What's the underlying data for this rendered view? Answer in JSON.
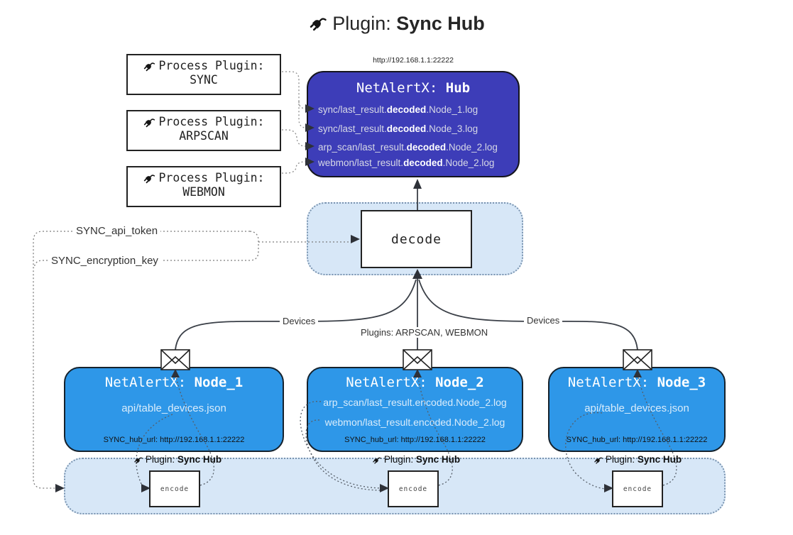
{
  "page_title": {
    "pre": "Plugin: ",
    "bold": "Sync Hub"
  },
  "hub": {
    "url_label": "http://192.168.1.1:22222",
    "title_pre": "NetAlertX: ",
    "title_bold": "Hub",
    "lines": [
      {
        "pre": "sync/last_result.",
        "bold": "decoded",
        "post": ".Node_1.log"
      },
      {
        "pre": "sync/last_result.",
        "bold": "decoded",
        "post": ".Node_3.log"
      },
      {
        "pre": "arp_scan/last_result.",
        "bold": "decoded",
        "post": ".Node_2.log"
      },
      {
        "pre": "webmon/last_result.",
        "bold": "decoded",
        "post": ".Node_2.log"
      }
    ]
  },
  "process_plugins": [
    {
      "label": "Process Plugin:",
      "name": "SYNC"
    },
    {
      "label": "Process Plugin:",
      "name": "ARPSCAN"
    },
    {
      "label": "Process Plugin:",
      "name": "WEBMON"
    }
  ],
  "decode": {
    "label": "decode"
  },
  "settings": {
    "api_token": "SYNC_api_token",
    "encryption_key": "SYNC_encryption_key"
  },
  "connectors": {
    "devices_left": "Devices",
    "devices_right": "Devices",
    "plugins_mid": "Plugins: ARPSCAN, WEBMON"
  },
  "nodes": [
    {
      "title_pre": "NetAlertX: ",
      "title_bold": "Node_1",
      "lines": [
        "api/table_devices.json"
      ],
      "hub_url": "SYNC_hub_url: http://192.168.1.1:22222"
    },
    {
      "title_pre": "NetAlertX: ",
      "title_bold": "Node_2",
      "lines": [
        "arp_scan/last_result.encoded.Node_2.log",
        "webmon/last_result.encoded.Node_2.log"
      ],
      "hub_url": "SYNC_hub_url: http://192.168.1.1:22222"
    },
    {
      "title_pre": "NetAlertX: ",
      "title_bold": "Node_3",
      "lines": [
        "api/table_devices.json"
      ],
      "hub_url": "SYNC_hub_url: http://192.168.1.1:22222"
    }
  ],
  "encode_plugins": [
    {
      "label_pre": "Plugin: ",
      "label_bold": "Sync Hub",
      "box": "encode"
    },
    {
      "label_pre": "Plugin: ",
      "label_bold": "Sync Hub",
      "box": "encode"
    },
    {
      "label_pre": "Plugin: ",
      "label_bold": "Sync Hub",
      "box": "encode"
    }
  ],
  "colors": {
    "hub_bg": "#3d3db8",
    "node_bg": "#2e97e8",
    "panel_bg": "#d7e7f7",
    "panel_border": "#7a94b0",
    "hub_text": "#d6d8e6",
    "node_text": "#d9ecfb",
    "connector": "#3a3f47"
  }
}
